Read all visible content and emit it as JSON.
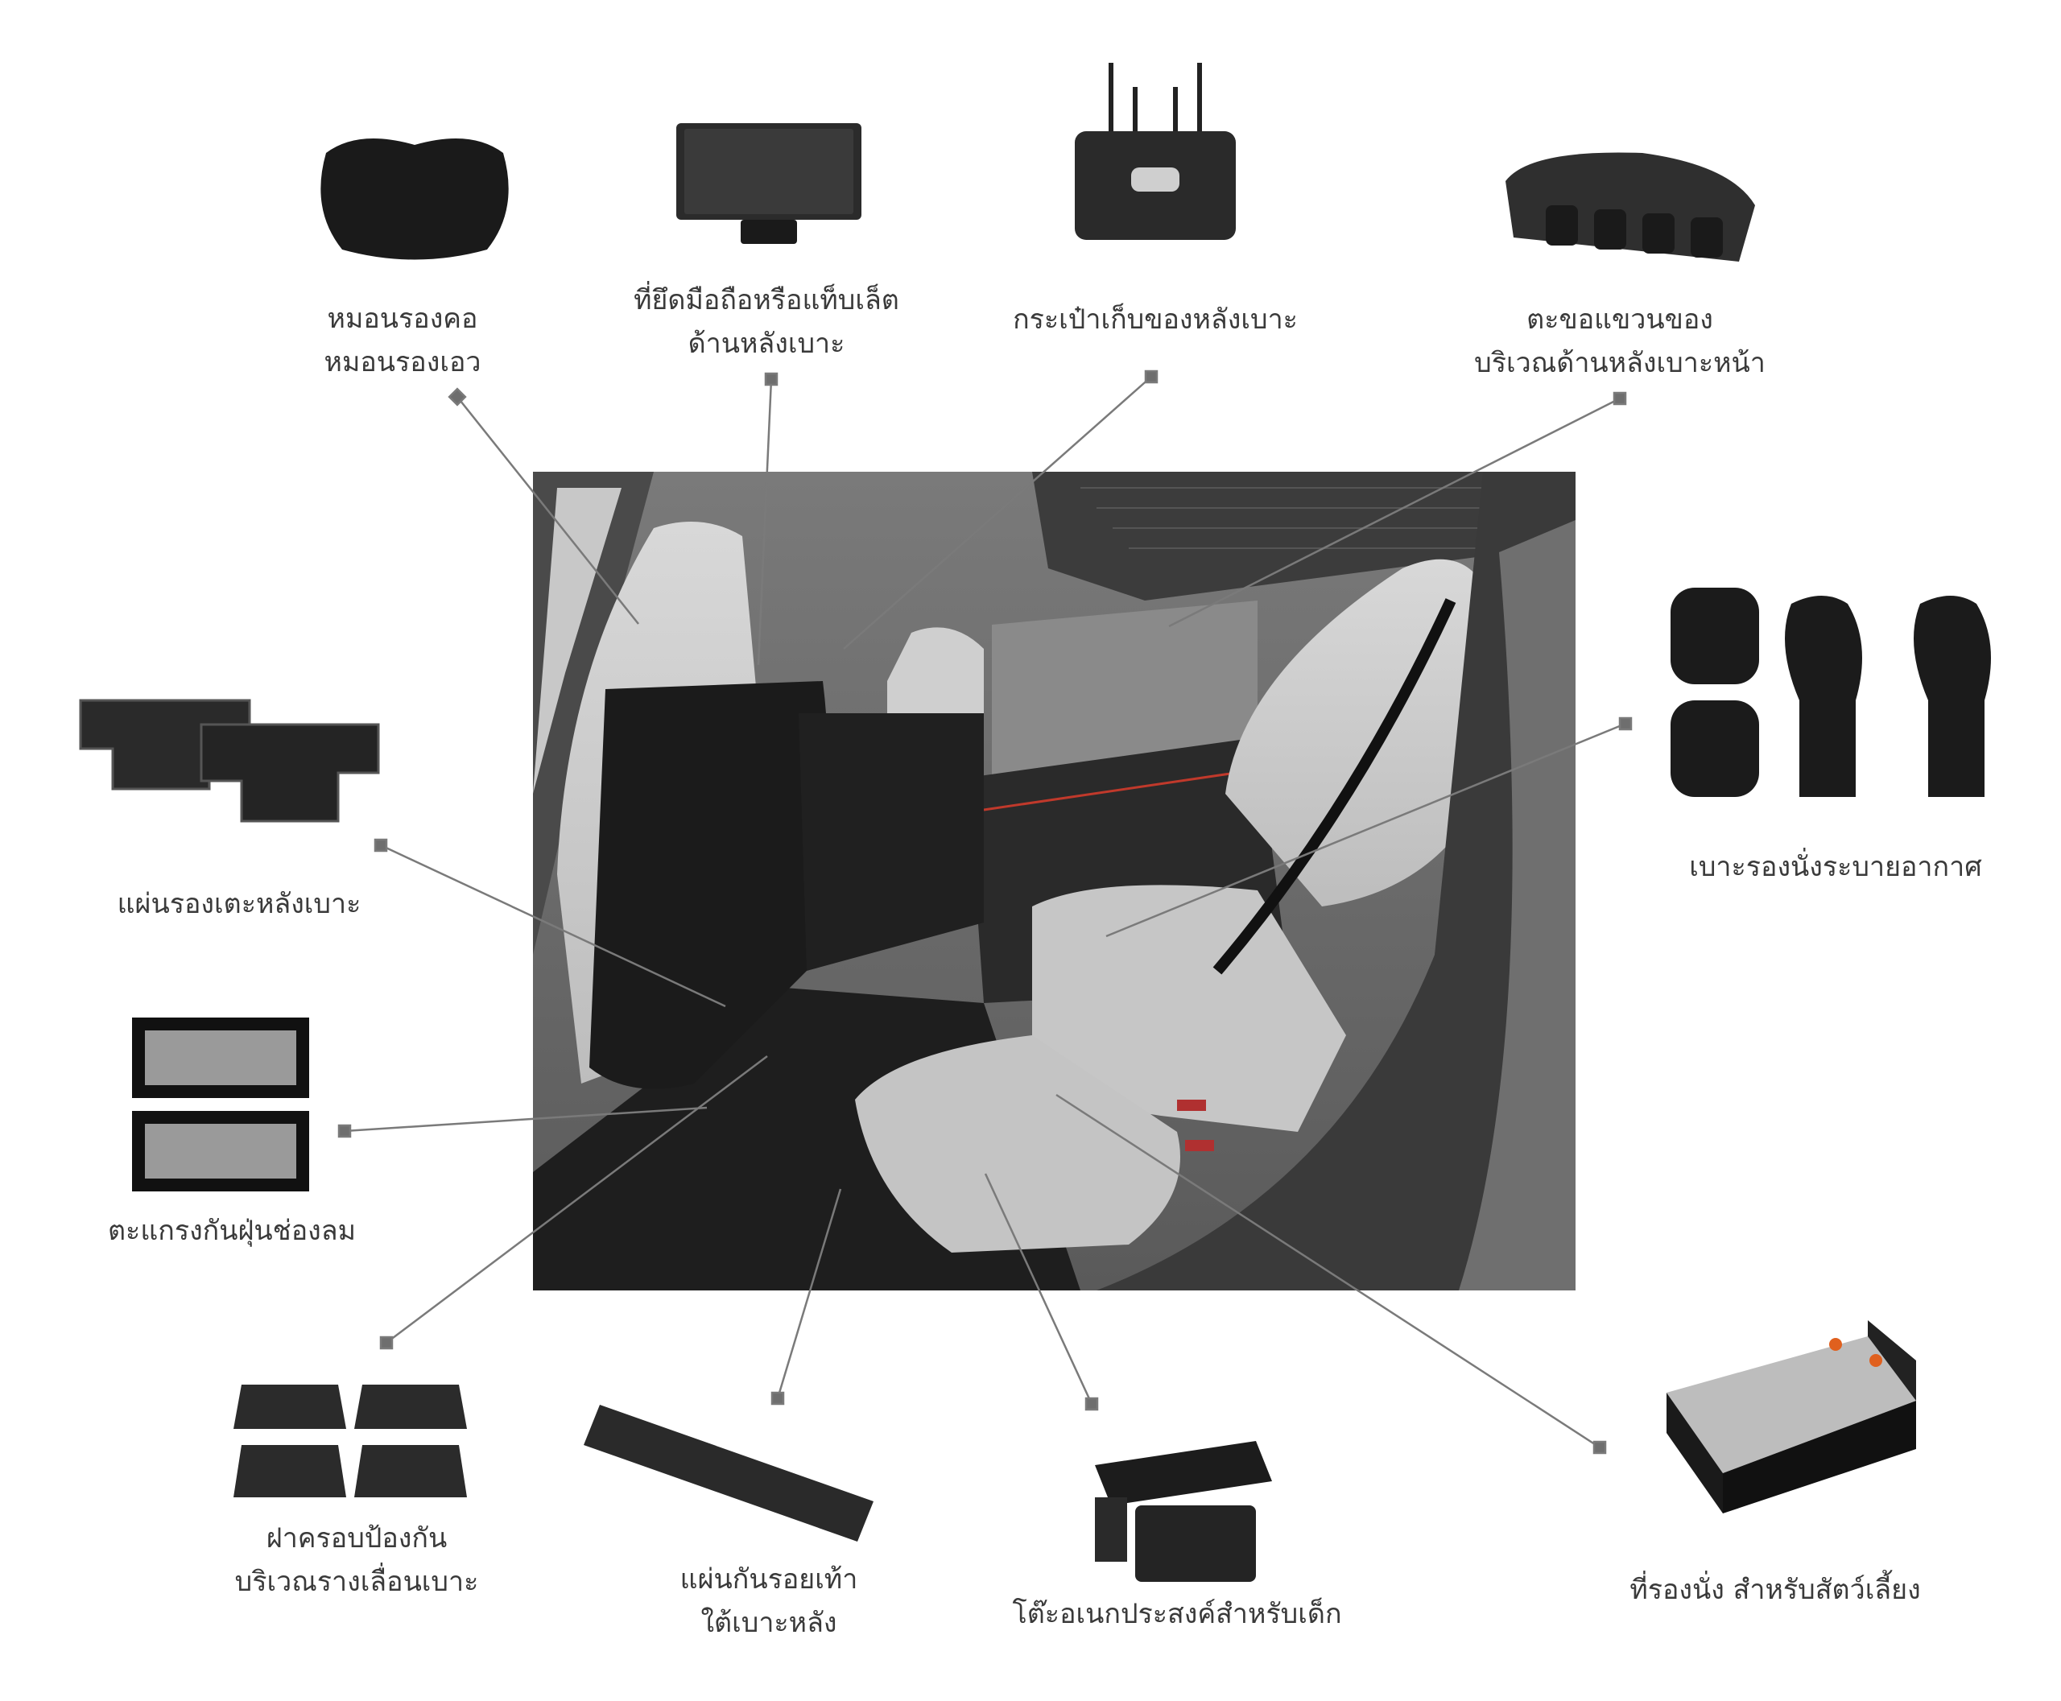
{
  "photo": {
    "icon": "car-rear-seat-interior-photo"
  },
  "accessories": [
    {
      "key": "pillow",
      "lines": [
        "หมอนรองคอ",
        "หมอนรองเอว"
      ],
      "icon": "pillow-icon"
    },
    {
      "key": "holder",
      "lines": [
        "ที่ยึดมือถือหรือแท็บเล็ต",
        "ด้านหลังเบาะ"
      ],
      "icon": "tablet-holder-icon"
    },
    {
      "key": "bag",
      "lines": [
        "กระเป๋าเก็บของหลังเบาะ"
      ],
      "icon": "seatback-organizer-icon"
    },
    {
      "key": "hook",
      "lines": [
        "ตะขอแขวนของ",
        "บริเวณด้านหลังเบาะหน้า"
      ],
      "icon": "hook-rack-icon"
    },
    {
      "key": "ventcushion",
      "lines": [
        "เบาะรองนั่งระบายอากาศ"
      ],
      "icon": "ventilated-cushion-icon"
    },
    {
      "key": "kickmat",
      "lines": [
        "แผ่นรองเตะหลังเบาะ"
      ],
      "icon": "kick-mat-icon"
    },
    {
      "key": "grille",
      "lines": [
        "ตะแกรงกันฝุ่นช่องลม"
      ],
      "icon": "vent-grille-icon"
    },
    {
      "key": "railcover",
      "lines": [
        "ฝาครอบป้องกัน",
        "บริเวณรางเลื่อนเบาะ"
      ],
      "icon": "rail-cover-icon"
    },
    {
      "key": "footguard",
      "lines": [
        "แผ่นกันรอยเท้า",
        "ใต้เบาะหลัง"
      ],
      "icon": "foot-guard-strip-icon"
    },
    {
      "key": "table",
      "lines": [
        "โต๊ะอเนกประสงค์สำหรับเด็ก"
      ],
      "icon": "kids-tray-table-icon"
    },
    {
      "key": "petseat",
      "lines": [
        "ที่รองนั่ง สำหรับสัตว์เลี้ยง"
      ],
      "icon": "pet-seat-icon"
    }
  ]
}
